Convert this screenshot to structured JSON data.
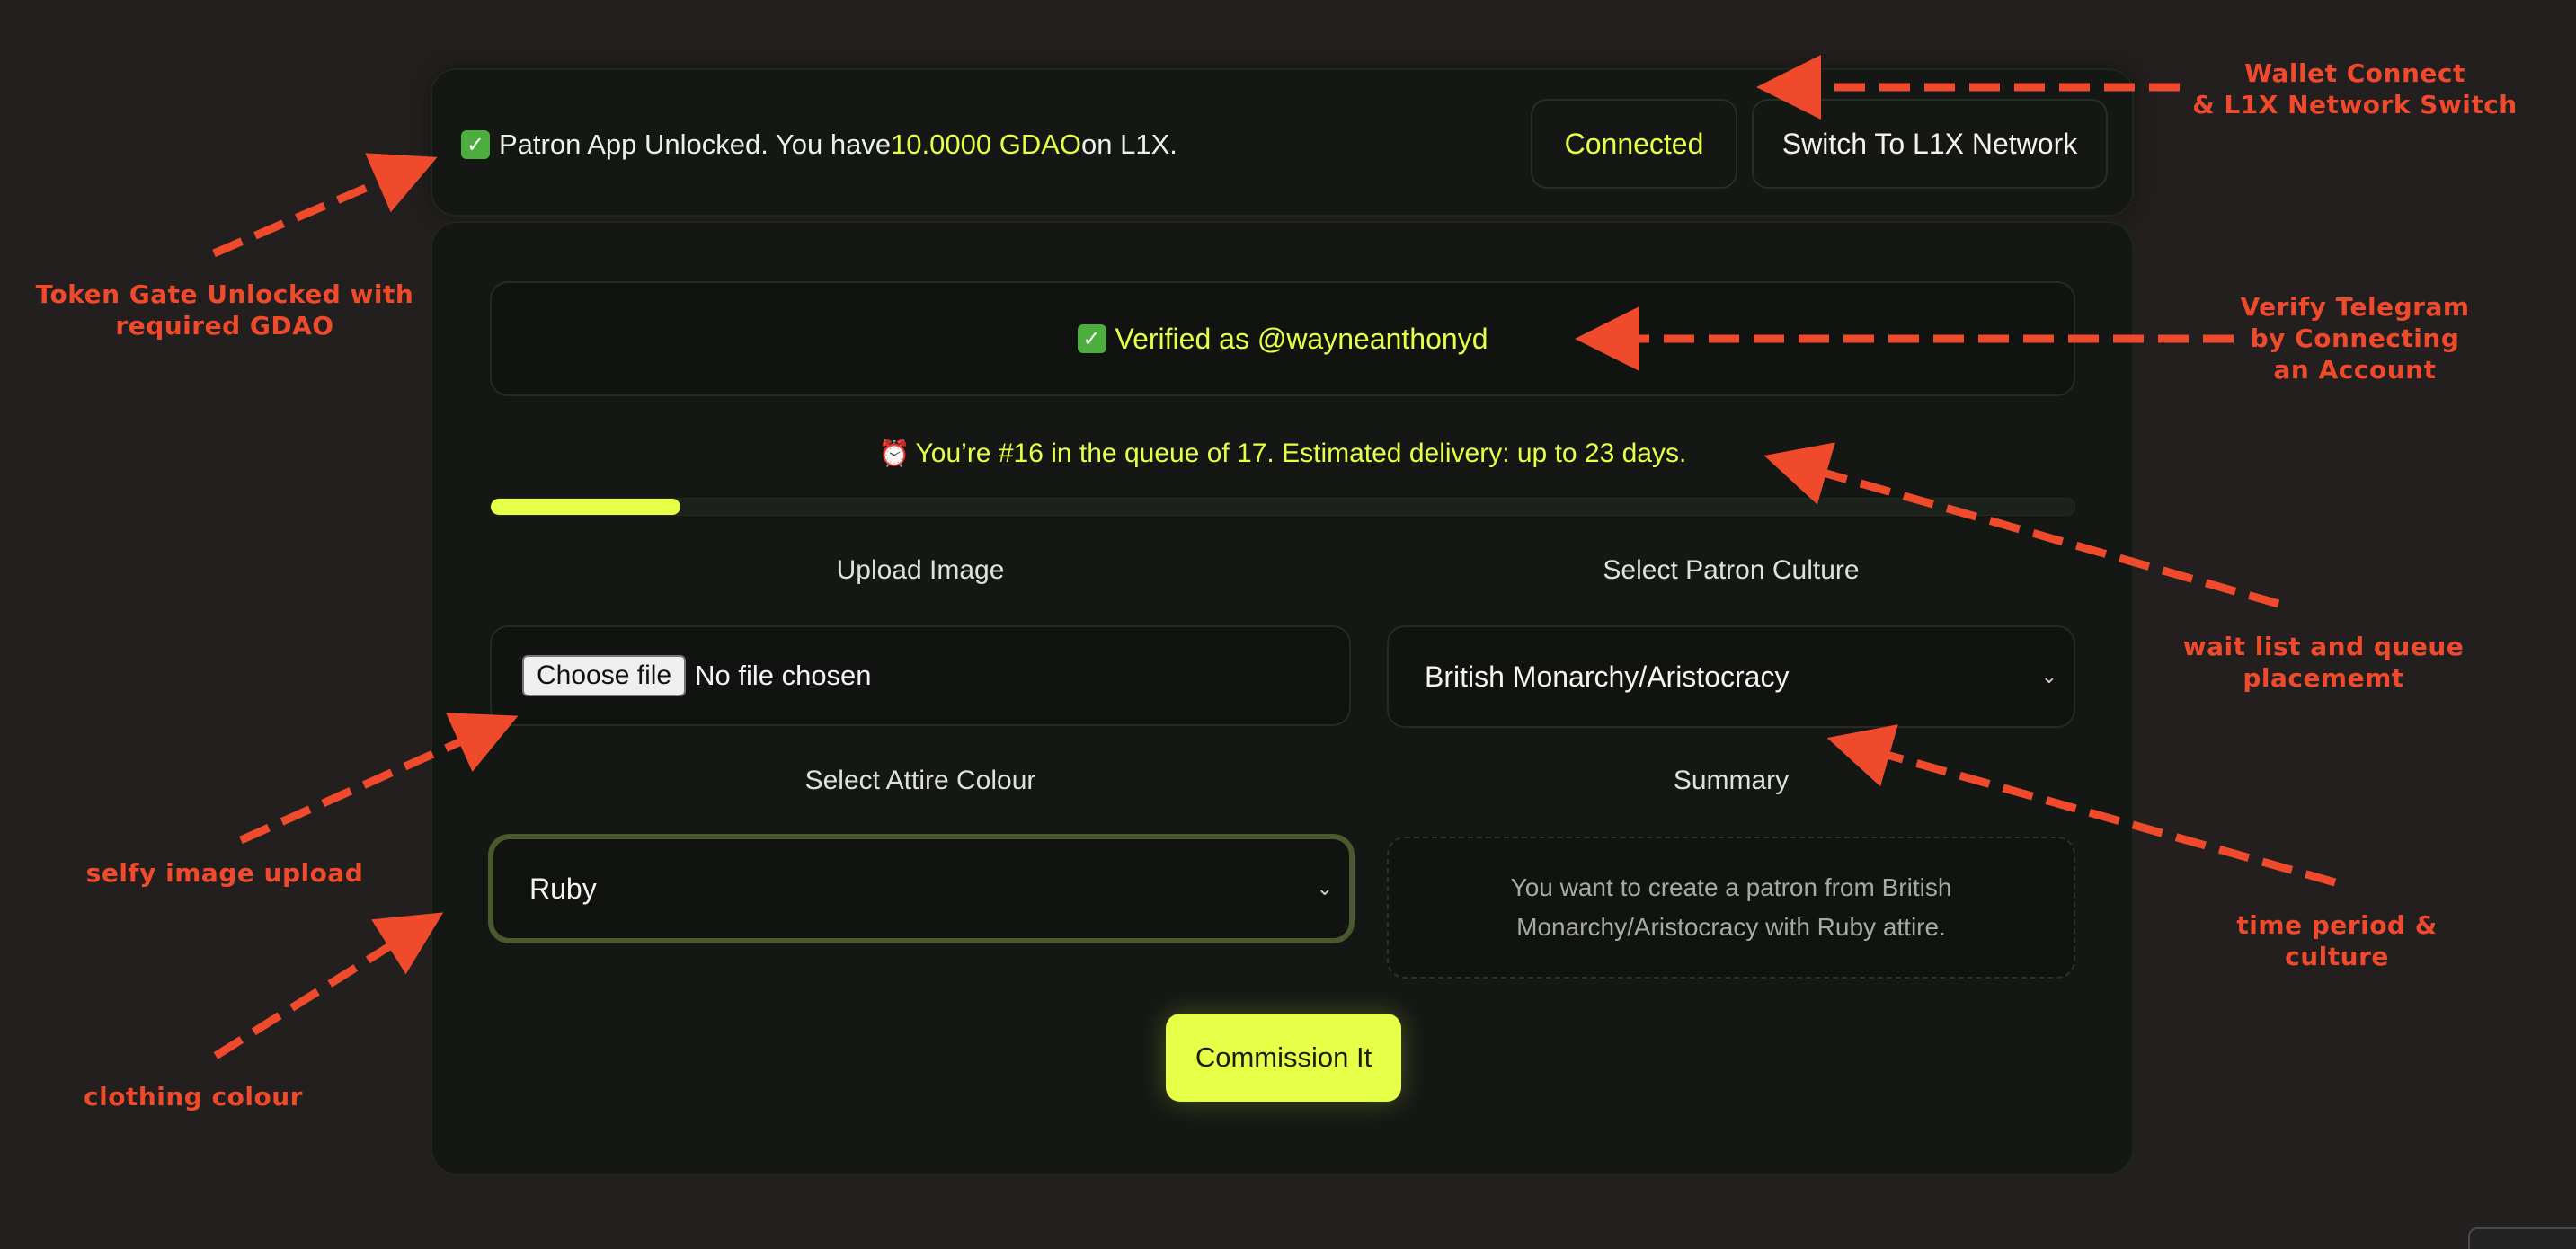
{
  "topbar": {
    "unlock_prefix": "Patron App Unlocked. You have ",
    "balance": "10.0000 GDAO",
    "unlock_suffix": " on L1X.",
    "connected_label": "Connected",
    "switch_label": "Switch To L1X Network"
  },
  "telegram": {
    "verified_text": "Verified as @wayneanthonyd"
  },
  "queue": {
    "text": "You’re #16 in the queue of 17. Estimated delivery: up to 23 days.",
    "progress_percent": 12
  },
  "upload": {
    "label": "Upload Image",
    "button_label": "Choose file",
    "file_status": "No file chosen"
  },
  "culture": {
    "label": "Select Patron Culture",
    "selected": "British Monarchy/Aristocracy"
  },
  "attire": {
    "label": "Select Attire Colour",
    "selected": "Ruby"
  },
  "summary": {
    "label": "Summary",
    "text": "You want to create a patron from British Monarchy/Aristocracy with Ruby attire."
  },
  "commission_label": "Commission It",
  "annotations": {
    "wallet": "Wallet Connect\n& L1X Network Switch",
    "token_gate": "Token Gate Unlocked with\nrequired GDAO",
    "telegram": "Verify Telegram\nby Connecting\nan Account",
    "waitlist": "wait list and queue\nplacememt",
    "selfy": "selfy image upload",
    "time_period": "time period &\nculture",
    "clothing": "clothing colour"
  },
  "colors": {
    "accent": "#e6ff47",
    "annotation": "#f04a2d",
    "background": "#221f1e",
    "card": "#141714"
  }
}
